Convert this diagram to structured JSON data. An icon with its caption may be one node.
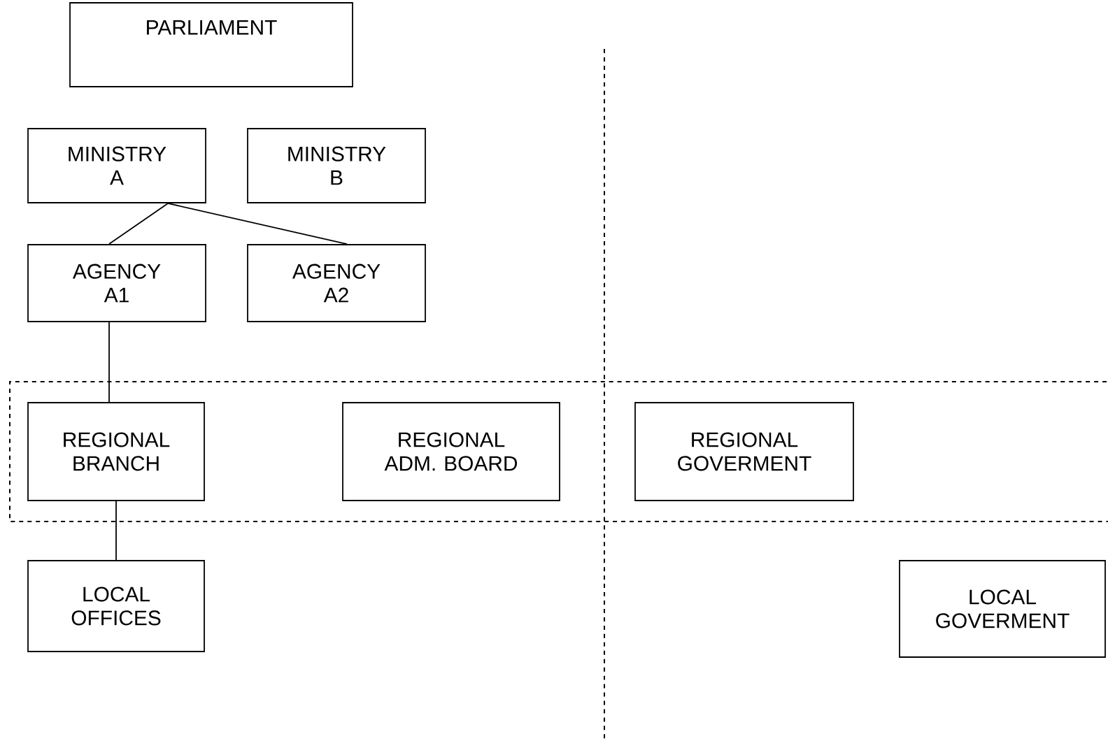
{
  "diagram": {
    "nodes": [
      {
        "text": [
          "PARLIAMENT"
        ]
      },
      {
        "text": [
          "MINISTRY A"
        ]
      },
      {
        "text": [
          "MINISTRY B"
        ]
      },
      {
        "text": [
          "AGENCY A1"
        ]
      },
      {
        "text": [
          "AGENCY A2"
        ]
      },
      {
        "text": [],
        "shape": "box"
      },
      {
        "text": [
          "REGIONAL BRANCH"
        ],
        "in": 5
      },
      {
        "text": [
          "REGIONAL ADM. BOARD"
        ],
        "in": 5
      },
      {
        "text": [
          "REGIONAL GOVERMENT"
        ],
        "in": 5
      },
      {
        "text": [
          "LOCAL OFFICES"
        ]
      },
      {
        "text": [
          "LOCAL GOVERMENT"
        ]
      }
    ],
    "edges": [
      {
        "from": 1,
        "to": 3,
        "arrow": "none"
      },
      {
        "from": 1,
        "to": 4,
        "arrow": "none"
      },
      {
        "from": 3,
        "to": 6,
        "arrow": "none"
      },
      {
        "from": 6,
        "to": 9,
        "arrow": "none"
      }
    ]
  }
}
